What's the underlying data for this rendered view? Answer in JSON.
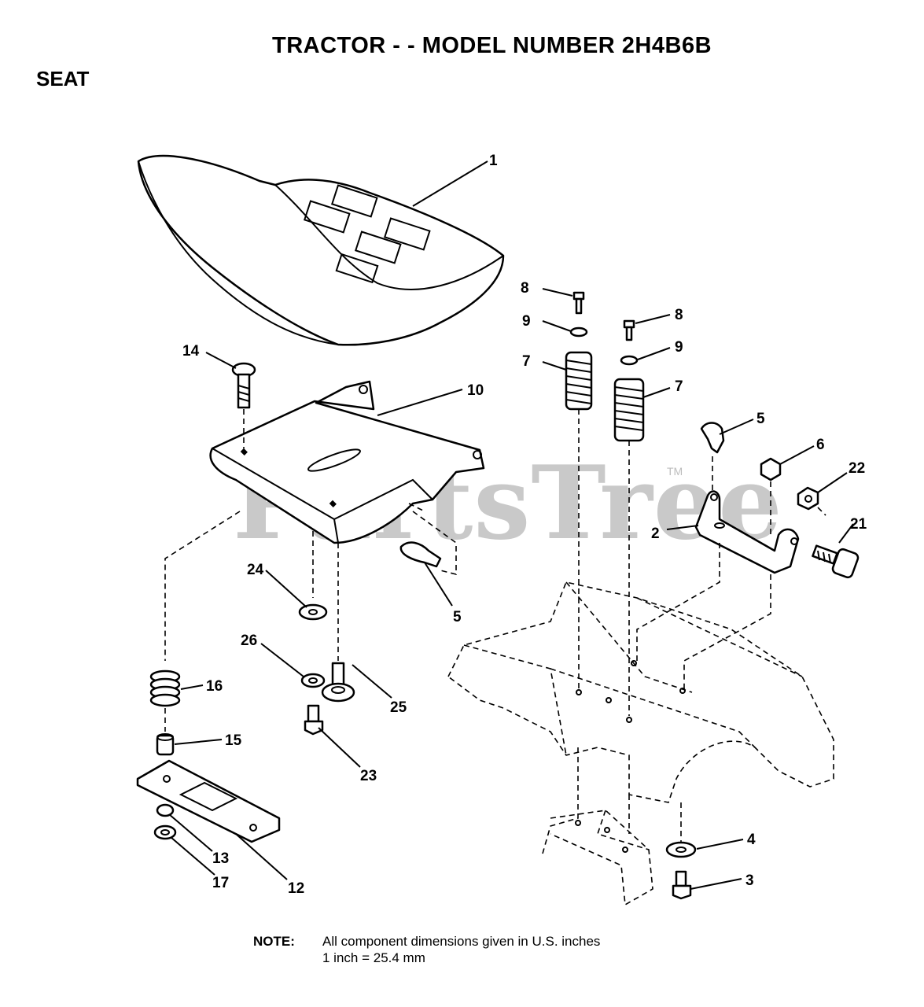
{
  "header": {
    "title": "TRACTOR - - MODEL NUMBER 2H4B6B",
    "section": "SEAT"
  },
  "watermark": {
    "text": "PartsTree",
    "trademark": "TM"
  },
  "callouts": {
    "c1": "1",
    "c2": "2",
    "c3": "3",
    "c4": "4",
    "c5a": "5",
    "c5b": "5",
    "c6": "6",
    "c7a": "7",
    "c7b": "7",
    "c8a": "8",
    "c8b": "8",
    "c9a": "9",
    "c9b": "9",
    "c10": "10",
    "c12": "12",
    "c13": "13",
    "c14": "14",
    "c15": "15",
    "c16": "16",
    "c17": "17",
    "c21": "21",
    "c22": "22",
    "c23": "23",
    "c24": "24",
    "c25": "25",
    "c26": "26"
  },
  "note": {
    "label": "NOTE:",
    "line1": "All component dimensions given in U.S. inches",
    "line2": "1 inch = 25.4 mm"
  }
}
